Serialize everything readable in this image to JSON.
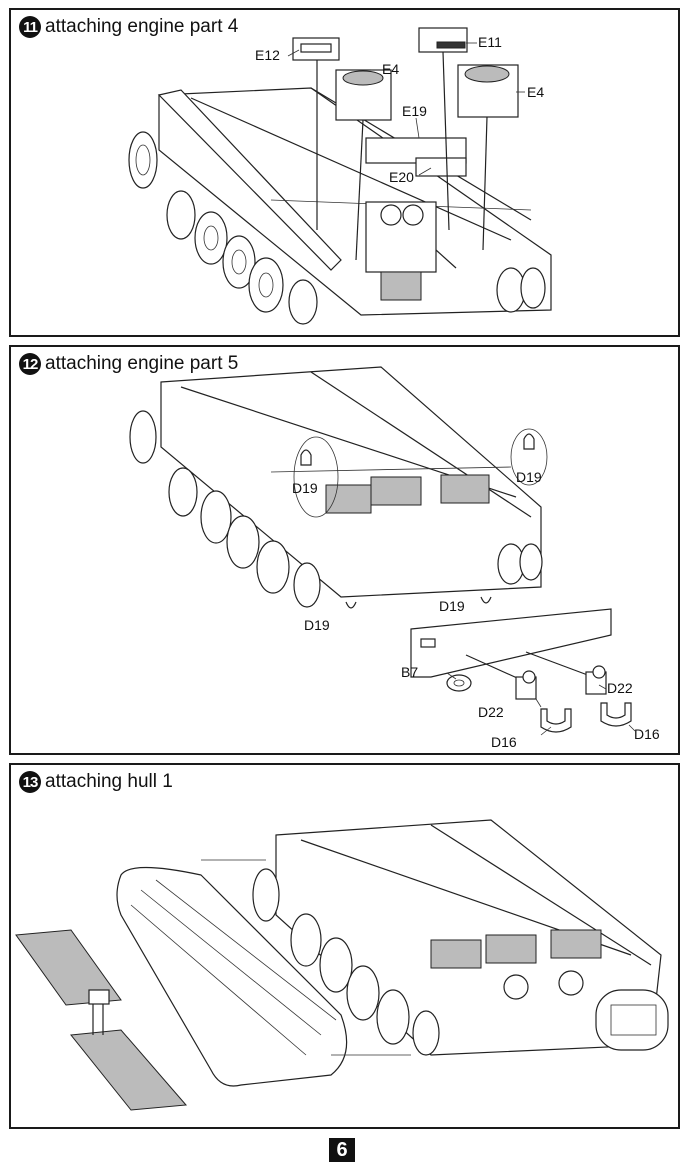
{
  "steps": [
    {
      "number": "11",
      "title": "attaching engine part 4",
      "labels": {
        "e12": "E12",
        "e4_left": "E4",
        "e11": "E11",
        "e4_right": "E4",
        "e19": "E19",
        "e20": "E20"
      }
    },
    {
      "number": "12",
      "title": "attaching engine part 5",
      "labels": {
        "d19_a": "D19",
        "d19_b": "D19",
        "d19_c": "D19",
        "d19_d": "D19",
        "b7": "B7",
        "d22_a": "D22",
        "d22_b": "D22",
        "d16_a": "D16",
        "d16_b": "D16"
      }
    },
    {
      "number": "13",
      "title": "attaching hull 1",
      "labels": {}
    }
  ],
  "page_number": "6"
}
